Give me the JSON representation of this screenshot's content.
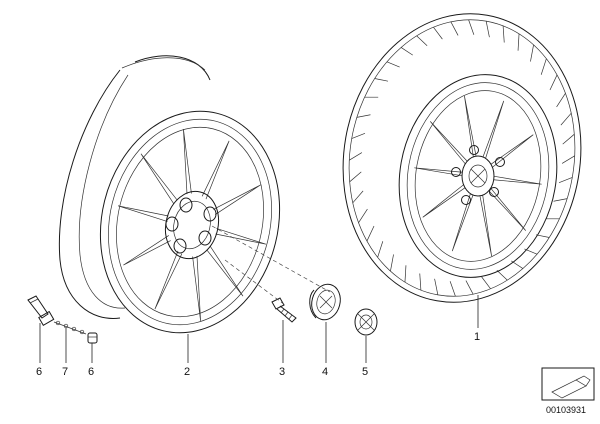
{
  "diagram": {
    "callouts": {
      "c1": "1",
      "c2": "2",
      "c3": "3",
      "c4": "4",
      "c5": "5",
      "c6a": "6",
      "c7": "7",
      "c6b": "6"
    },
    "reference_number": "00103931",
    "icons": [
      "wheel-rim-icon",
      "tire-wheel-icon",
      "valve-icon",
      "bolt-icon",
      "hub-cap-icon",
      "emblem-icon",
      "reference-sheet-icon"
    ]
  }
}
